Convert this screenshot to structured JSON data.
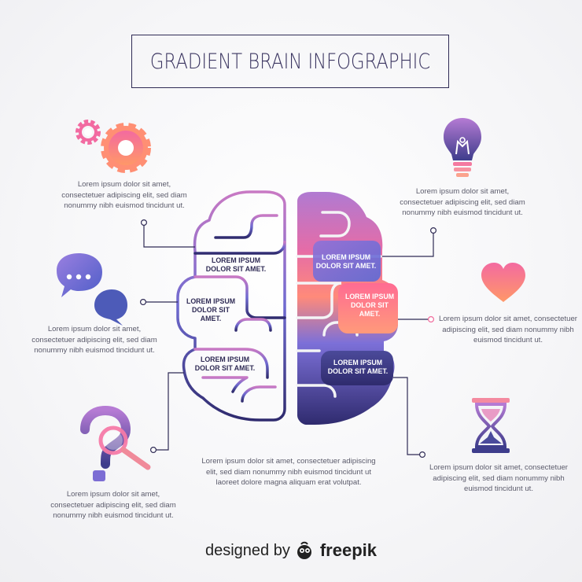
{
  "title": "GRADIENT BRAIN INFOGRAPHIC",
  "blurbs": {
    "top_left": [
      "Lorem ipsum dolor sit amet,",
      "consectetuer adipiscing elit, sed diam",
      "nonummy nibh euismod tincidunt ut."
    ],
    "mid_left": [
      "Lorem ipsum dolor sit amet,",
      "consectetuer adipiscing elit, sed diam",
      "nonummy nibh euismod tincidunt ut."
    ],
    "bottom_left": [
      "Lorem ipsum dolor sit amet,",
      "consectetuer adipiscing elit, sed diam",
      "nonummy nibh euismod tincidunt ut."
    ],
    "top_right": [
      "Lorem ipsum dolor sit amet,",
      "consectetuer adipiscing elit, sed diam",
      "nonummy nibh euismod tincidunt ut."
    ],
    "mid_right": [
      "Lorem ipsum dolor sit amet, consectetuer",
      "adipiscing elit, sed diam nonummy nibh",
      "euismod tincidunt ut."
    ],
    "bottom_right": [
      "Lorem ipsum dolor sit amet, consectetuer",
      "adipiscing elit, sed diam nonummy nibh",
      "euismod tincidunt ut."
    ],
    "bottom_center": [
      "Lorem ipsum dolor sit amet, consectetuer adipiscing",
      "elit, sed diam nonummy nibh euismod tincidunt ut",
      "laoreet dolore magna aliquam erat volutpat."
    ]
  },
  "brain_labels": {
    "left_top": [
      "LOREM IPSUM",
      "DOLOR SIT AMET."
    ],
    "left_mid": [
      "LOREM IPSUM",
      "DOLOR SIT",
      "AMET."
    ],
    "left_bottom": [
      "LOREM IPSUM",
      "DOLOR SIT AMET."
    ],
    "right_top": [
      "LOREM IPSUM",
      "DOLOR SIT AMET."
    ],
    "right_mid": [
      "LOREM IPSUM",
      "DOLOR SIT",
      "AMET."
    ],
    "right_bottom": [
      "LOREM IPSUM",
      "DOLOR SIT AMET."
    ]
  },
  "icons": {
    "top_left": "gears-icon",
    "mid_left": "speech-bubbles-icon",
    "bottom_left": "question-magnifier-icon",
    "top_right": "lightbulb-icon",
    "mid_right": "heart-icon",
    "bottom_right": "hourglass-icon"
  },
  "footer": {
    "designed": "designed by",
    "brand": "freepik"
  },
  "colors": {
    "navy": "#2f2b55",
    "purple": "#7b63d6",
    "pink": "#f06b9c",
    "orange": "#ff8e6a",
    "text": "#5b5b6b"
  }
}
